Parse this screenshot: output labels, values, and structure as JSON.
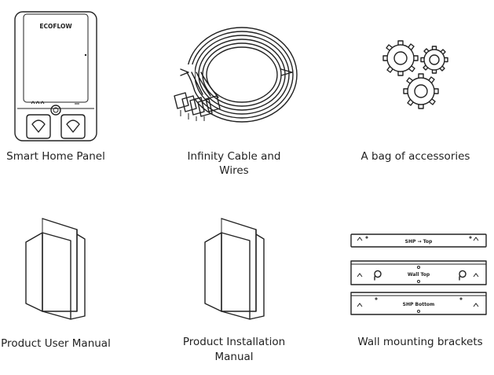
{
  "items": [
    {
      "caption": "Smart Home Panel",
      "icon": "smart-home-panel"
    },
    {
      "caption_line1": "Infinity Cable and",
      "caption_line2": "Wires",
      "icon": "cable-coil"
    },
    {
      "caption": "A bag of accessories",
      "icon": "gears"
    },
    {
      "caption": "Product User Manual",
      "icon": "booklet"
    },
    {
      "caption_line1": "Product Installation",
      "caption_line2": "Manual",
      "icon": "booklet"
    },
    {
      "caption": "Wall mounting brackets",
      "icon": "brackets"
    }
  ],
  "panel_brand": "ECOFLOW",
  "brackets": {
    "top_label": "SHP → Top",
    "middle_label": "Wall Top",
    "bottom_label": "SHP Bottom"
  }
}
